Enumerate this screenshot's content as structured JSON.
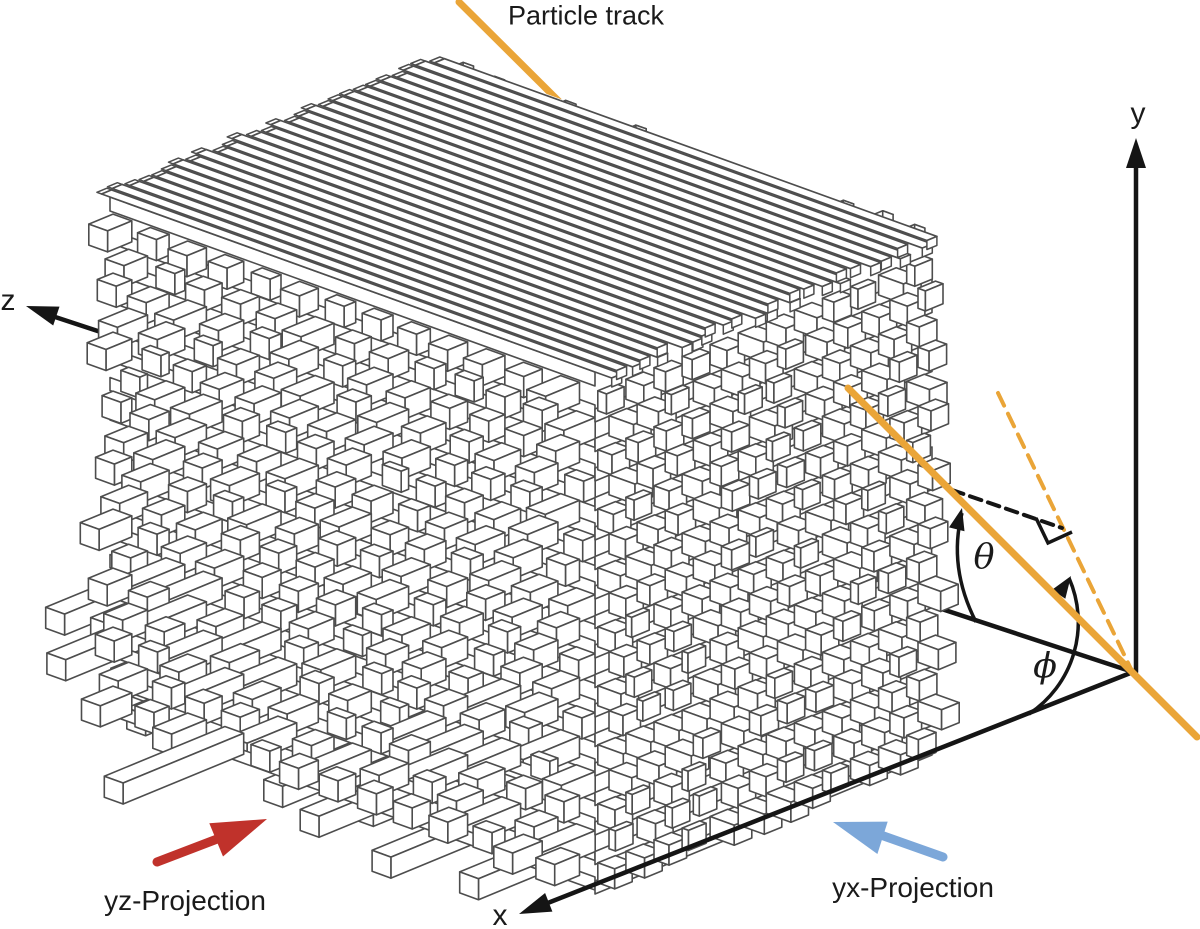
{
  "figure": {
    "labels": {
      "particle_track": "Particle track",
      "axis_y": "y",
      "axis_x": "x",
      "axis_z": "z",
      "theta": "θ",
      "phi": "ϕ",
      "yz_projection": "yz-Projection",
      "yx_projection": "yx-Projection"
    },
    "colors": {
      "track_orange": "#EAA538",
      "yz_arrow_red": "#C0322B",
      "yx_arrow_blue": "#7CA7D9",
      "lattice_stroke": "#4D4D4D",
      "axis_black": "#151515",
      "text": "#1A1A1A"
    }
  }
}
